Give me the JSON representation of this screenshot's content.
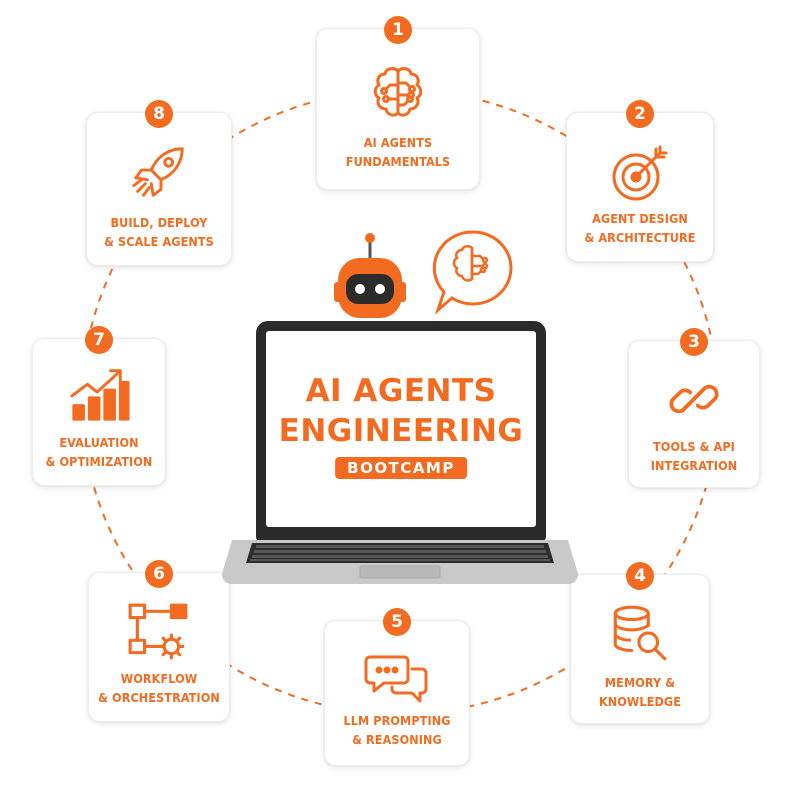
{
  "center": {
    "title_line1": "AI AGENTS",
    "title_line2": "ENGINEERING",
    "subtitle": "BOOTCAMP"
  },
  "accent_color": "#f26b21",
  "modules": [
    {
      "number": "1",
      "icon": "brain-circuit-icon",
      "line1": "AI AGENTS",
      "line2": "FUNDAMENTALS"
    },
    {
      "number": "2",
      "icon": "target-icon",
      "line1": "AGENT DESIGN",
      "line2": "& ARCHITECTURE"
    },
    {
      "number": "3",
      "icon": "chain-link-icon",
      "line1": "TOOLS & API",
      "line2": "INTEGRATION"
    },
    {
      "number": "4",
      "icon": "database-search-icon",
      "line1": "MEMORY &",
      "line2": "KNOWLEDGE"
    },
    {
      "number": "5",
      "icon": "chat-bubbles-icon",
      "line1": "LLM PROMPTING",
      "line2": "& REASONING"
    },
    {
      "number": "6",
      "icon": "workflow-icon",
      "line1": "WORKFLOW",
      "line2": "& ORCHESTRATION"
    },
    {
      "number": "7",
      "icon": "growth-chart-icon",
      "line1": "EVALUATION",
      "line2": "& OPTIMIZATION"
    },
    {
      "number": "8",
      "icon": "rocket-icon",
      "line1": "BUILD, DEPLOY",
      "line2": "& SCALE AGENTS"
    }
  ]
}
